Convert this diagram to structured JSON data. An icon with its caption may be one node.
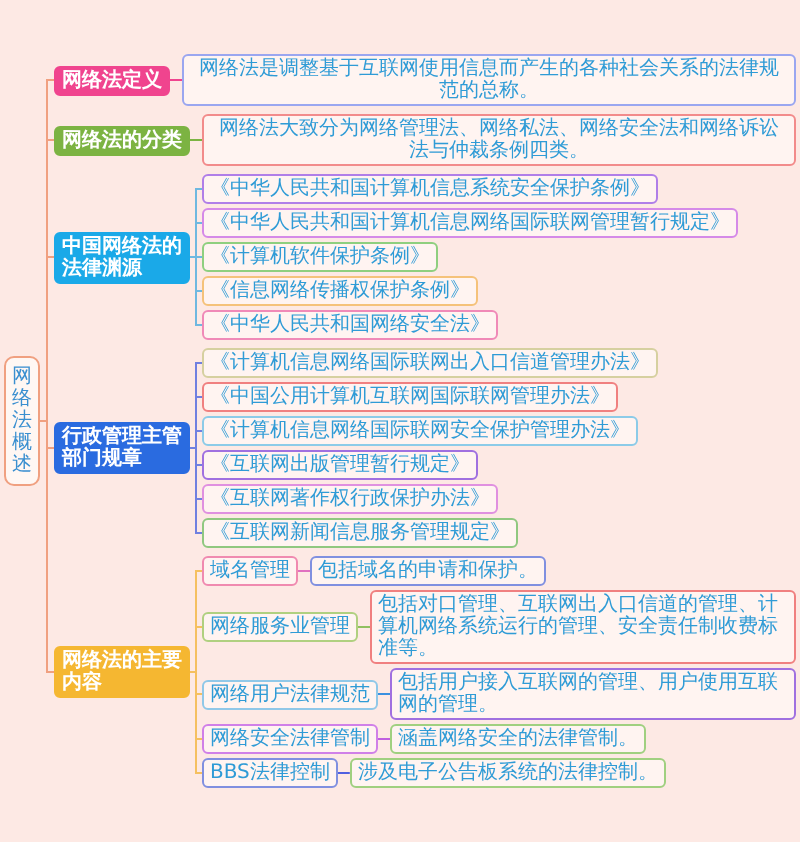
{
  "diagram": {
    "nodes": [
      {
        "text": [
          "网络法概述"
        ]
      },
      {
        "text": [
          "网络法定义"
        ]
      },
      {
        "text": [
          "网络法是调整基于互联网使用信息而产生的各种社会关系的法律规范的总称。"
        ]
      },
      {
        "text": [
          "网络法的分类"
        ]
      },
      {
        "text": [
          "网络法大致分为网络管理法、网络私法、网络安全法和网络诉讼法与仲裁条例四类。"
        ]
      },
      {
        "text": [
          "中国网络法的法律渊源"
        ]
      },
      {
        "text": [
          "《中华人民共和国计算机信息系统安全保护条例》"
        ]
      },
      {
        "text": [
          "《中华人民共和国计算机信息网络国际联网管理暂行规定》"
        ]
      },
      {
        "text": [
          "《计算机软件保护条例》"
        ]
      },
      {
        "text": [
          "《信息网络传播权保护条例》"
        ]
      },
      {
        "text": [
          "《中华人民共和国网络安全法》"
        ]
      },
      {
        "text": [
          "行政管理主管部门规章"
        ]
      },
      {
        "text": [
          "《计算机信息网络国际联网出入口信道管理办法》"
        ]
      },
      {
        "text": [
          "《中国公用计算机互联网国际联网管理办法》"
        ]
      },
      {
        "text": [
          "《计算机信息网络国际联网安全保护管理办法》"
        ]
      },
      {
        "text": [
          "《互联网出版管理暂行规定》"
        ]
      },
      {
        "text": [
          "《互联网著作权行政保护办法》"
        ]
      },
      {
        "text": [
          "《互联网新闻信息服务管理规定》"
        ]
      },
      {
        "text": [
          "网络法的主要内容"
        ]
      },
      {
        "text": [
          "域名管理"
        ]
      },
      {
        "text": [
          "包括域名的申请和保护。"
        ]
      },
      {
        "text": [
          "网络服务业管理"
        ]
      },
      {
        "text": [
          "包括对口管理、互联网出入口信道的管理、计算机网络系统运行的管理、安全责任制收费标准等。"
        ]
      },
      {
        "text": [
          "网络用户法律规范"
        ]
      },
      {
        "text": [
          "包括用户接入互联网的管理、用户使用互联网的管理。"
        ]
      },
      {
        "text": [
          "网络安全法律管制"
        ]
      },
      {
        "text": [
          "涵盖网络安全的法律管制。"
        ]
      },
      {
        "text": [
          "BBS法律控制"
        ]
      },
      {
        "text": [
          "涉及电子公告板系统的法律控制。"
        ]
      }
    ],
    "edges": [
      {
        "from": 0,
        "to": 1,
        "arrow": "none",
        "color": "#f0a080"
      },
      {
        "from": 0,
        "to": 3,
        "arrow": "none",
        "color": "#f0a080"
      },
      {
        "from": 0,
        "to": 5,
        "arrow": "none",
        "color": "#f0a080"
      },
      {
        "from": 0,
        "to": 11,
        "arrow": "none",
        "color": "#f0a080"
      },
      {
        "from": 0,
        "to": 18,
        "arrow": "none",
        "color": "#f0a080"
      },
      {
        "from": 1,
        "to": 2,
        "arrow": "none",
        "color": "#f0448e"
      },
      {
        "from": 3,
        "to": 4,
        "arrow": "none",
        "color": "#7cb342"
      },
      {
        "from": 5,
        "to": 6,
        "arrow": "none",
        "color": "#6fb8e0"
      },
      {
        "from": 5,
        "to": 7,
        "arrow": "none",
        "color": "#6fb8e0"
      },
      {
        "from": 5,
        "to": 8,
        "arrow": "none",
        "color": "#6fb8e0"
      },
      {
        "from": 5,
        "to": 9,
        "arrow": "none",
        "color": "#6fb8e0"
      },
      {
        "from": 5,
        "to": 10,
        "arrow": "none",
        "color": "#6fb8e0"
      },
      {
        "from": 11,
        "to": 12,
        "arrow": "none",
        "color": "#7080e0"
      },
      {
        "from": 11,
        "to": 13,
        "arrow": "none",
        "color": "#7080e0"
      },
      {
        "from": 11,
        "to": 14,
        "arrow": "none",
        "color": "#7080e0"
      },
      {
        "from": 11,
        "to": 15,
        "arrow": "none",
        "color": "#7080e0"
      },
      {
        "from": 11,
        "to": 16,
        "arrow": "none",
        "color": "#7080e0"
      },
      {
        "from": 11,
        "to": 17,
        "arrow": "none",
        "color": "#7080e0"
      },
      {
        "from": 18,
        "to": 19,
        "arrow": "none",
        "color": "#f5c060"
      },
      {
        "from": 18,
        "to": 21,
        "arrow": "none",
        "color": "#f5c060"
      },
      {
        "from": 18,
        "to": 23,
        "arrow": "none",
        "color": "#f5c060"
      },
      {
        "from": 18,
        "to": 25,
        "arrow": "none",
        "color": "#f5c060"
      },
      {
        "from": 18,
        "to": 27,
        "arrow": "none",
        "color": "#f5c060"
      },
      {
        "from": 19,
        "to": 20,
        "arrow": "none",
        "color": "#e070c0"
      },
      {
        "from": 21,
        "to": 22,
        "arrow": "none",
        "color": "#90c060"
      },
      {
        "from": 23,
        "to": 24,
        "arrow": "none",
        "color": "#3a90e0"
      },
      {
        "from": 25,
        "to": 26,
        "arrow": "none",
        "color": "#c060e0"
      },
      {
        "from": 27,
        "to": 28,
        "arrow": "none",
        "color": "#5060e0"
      }
    ]
  }
}
